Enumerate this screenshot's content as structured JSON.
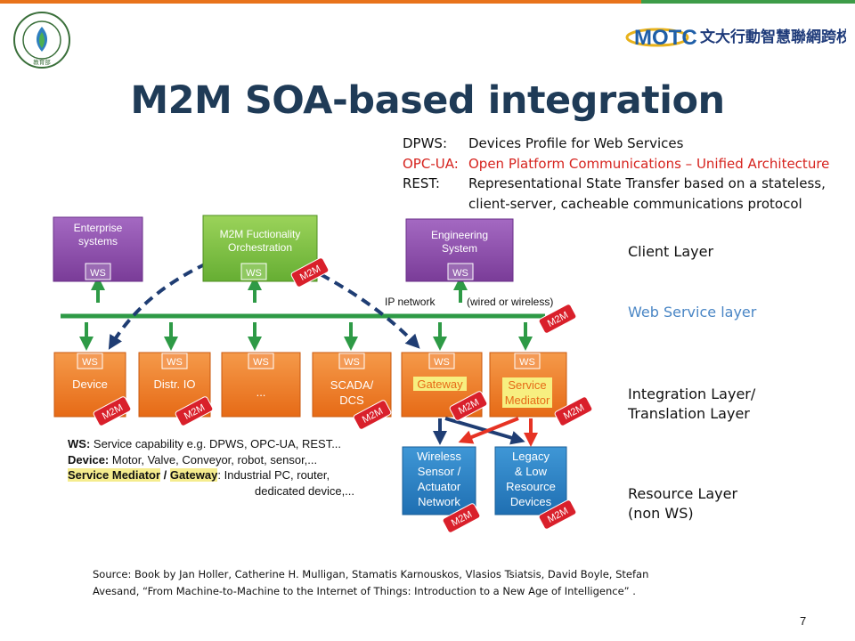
{
  "header": {
    "ministry_seal_text": "MINISTRY OF EDUCATION 教育部",
    "alliance_logo_text": "MOTC",
    "alliance_name": "文大行動智慧聯網跨校聯盟",
    "colors": {
      "orange": "#e8731b",
      "green": "#3d9c48",
      "navy": "#1f3b57"
    }
  },
  "title": "M2M SOA-based integration",
  "definitions": [
    {
      "term": "DPWS:",
      "desc": "Devices Profile for Web Services",
      "color": "#111111"
    },
    {
      "term": "OPC-UA:",
      "desc": "Open Platform Communications – Unified Architecture",
      "color": "#d6231e"
    },
    {
      "term": "REST:",
      "desc": "Representational State Transfer based on a stateless,",
      "color": "#111111"
    },
    {
      "term": "",
      "desc": "client-server, cacheable communications protocol",
      "color": "#111111"
    }
  ],
  "layers": {
    "client": "Client Layer",
    "web_service": "Web Service layer",
    "integration_1": "Integration Layer/",
    "integration_2": "Translation Layer",
    "resource_1": "Resource Layer",
    "resource_2": "(non WS)"
  },
  "diagram": {
    "ws_label": "WS",
    "m2m_label": "M2M",
    "ip_network_label": "IP network",
    "wired_label": "(wired or wireless)",
    "enterprise": [
      "Enterprise",
      "systems"
    ],
    "orchestration": [
      "M2M Fuctionality",
      "Orchestration"
    ],
    "engineering": [
      "Engineering",
      "System"
    ],
    "device": "Device",
    "distr_io": "Distr. IO",
    "ellipsis": "...",
    "scada": [
      "SCADA/",
      "DCS"
    ],
    "gateway": "Gateway",
    "service_mediator": [
      "Service",
      "Mediator"
    ],
    "wireless": [
      "Wireless",
      "Sensor /",
      "Actuator",
      "Network"
    ],
    "legacy": [
      "Legacy",
      "& Low",
      "Resource",
      "Devices"
    ],
    "colors": {
      "purple": "#8a4aa8",
      "light_green": "#7cc242",
      "orange": "#ee7623",
      "blue": "#2a7fc4",
      "network_green": "#2e9a46",
      "dashed_navy": "#1f3d73",
      "red_arrow": "#e63324",
      "m2m_tag": "#d9202b",
      "highlight_yellow": "#f7ef80"
    }
  },
  "notes": {
    "ws_term": "WS:",
    "ws_desc": " Service capability e.g. DPWS, OPC-UA, REST...",
    "device_term": "Device:",
    "device_desc": " Motor, Valve, Conveyor, robot, sensor,...",
    "mediator_term": "Service Mediator",
    "slash": " / ",
    "gateway_term": "Gateway",
    "gateway_desc_1": ": Industrial PC, router,",
    "gateway_desc_2": "dedicated device,..."
  },
  "source": {
    "line1": "Source: Book by Jan Holler, Catherine H. Mulligan, Stamatis Karnouskos, Vlasios Tsiatsis, David Boyle, Stefan",
    "line2": "Avesand, “From Machine-to-Machine to the Internet of Things: Introduction to a New Age of Intelligence” ."
  },
  "page_number": "7"
}
